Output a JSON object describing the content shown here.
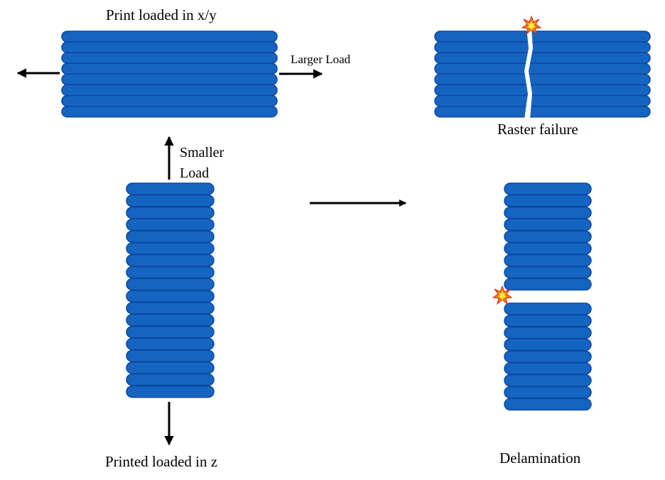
{
  "labels": {
    "xy_title": "Print loaded in x/y",
    "larger_load": "Larger Load",
    "smaller_load": "Smaller\nLoad",
    "z_title": "Printed loaded in z",
    "raster_failure": "Raster failure",
    "delamination": "Delamination"
  },
  "colors": {
    "strand_fill": "#1565c0",
    "strand_stroke": "#0d47a1",
    "arrow": "#000000",
    "spark_outer": "#f57c00",
    "spark_inner": "#ffeb3b"
  },
  "icons": [
    "spark-icon",
    "arrow-left-icon",
    "arrow-right-icon",
    "arrow-up-icon",
    "arrow-down-icon"
  ]
}
